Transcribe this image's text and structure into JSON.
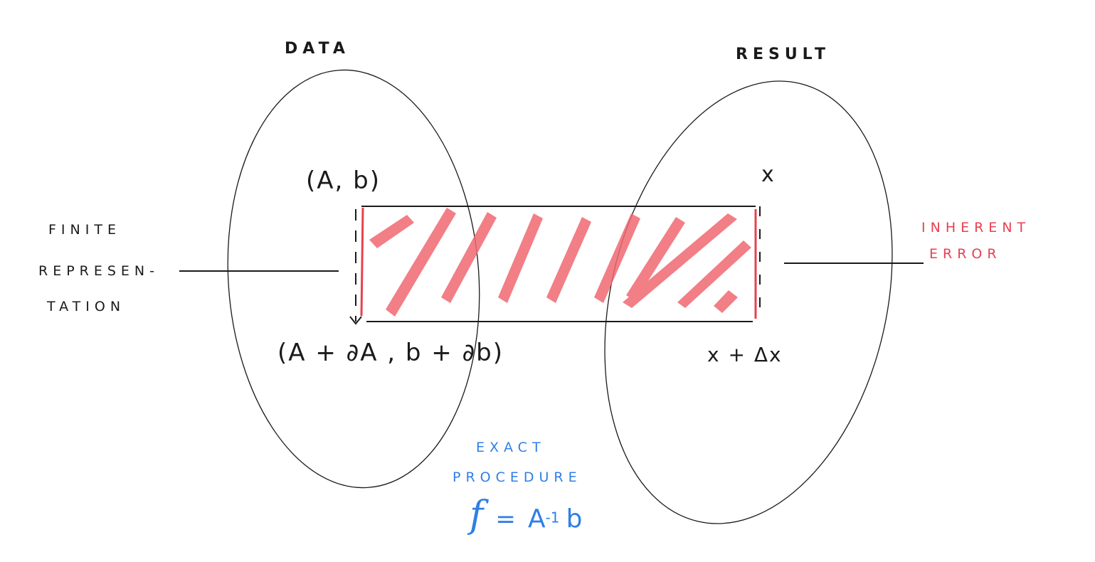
{
  "labels": {
    "data": "DATA",
    "result": "RESULT",
    "finite_line1": "FINITE",
    "finite_line2": "REPRESEN-",
    "finite_line3": "TATION",
    "inherent_line1": "INHERENT",
    "inherent_line2": "ERROR",
    "exact_line1": "EXACT",
    "exact_line2": "PROCEDURE",
    "formula_f": "f",
    "formula_eq": "=",
    "formula_A": "A",
    "formula_exp": "-1",
    "formula_b": "b",
    "input_exact": "(A, b)",
    "input_perturbed": "(A + ∂A , b + ∂b)",
    "output_exact": "x",
    "output_perturbed": "x + Δx"
  },
  "colors": {
    "ink": "#1a1a1a",
    "red": "#e8404f",
    "hatch": "#f06872",
    "blue": "#2f7fe8"
  }
}
